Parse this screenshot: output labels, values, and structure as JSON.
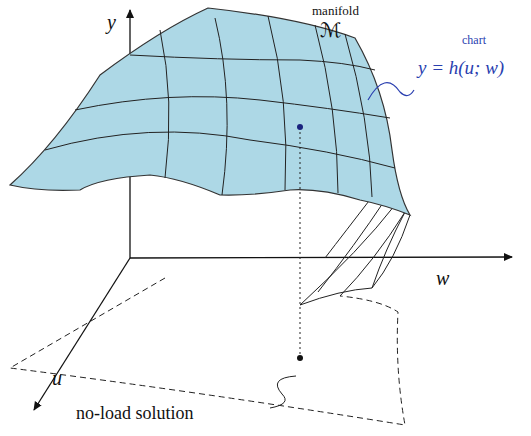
{
  "diagram": {
    "labels": [
      "y",
      "manifold",
      "ℳ",
      "chart",
      "y = h(u; w)",
      "w",
      "u",
      "no-load solution"
    ]
  }
}
